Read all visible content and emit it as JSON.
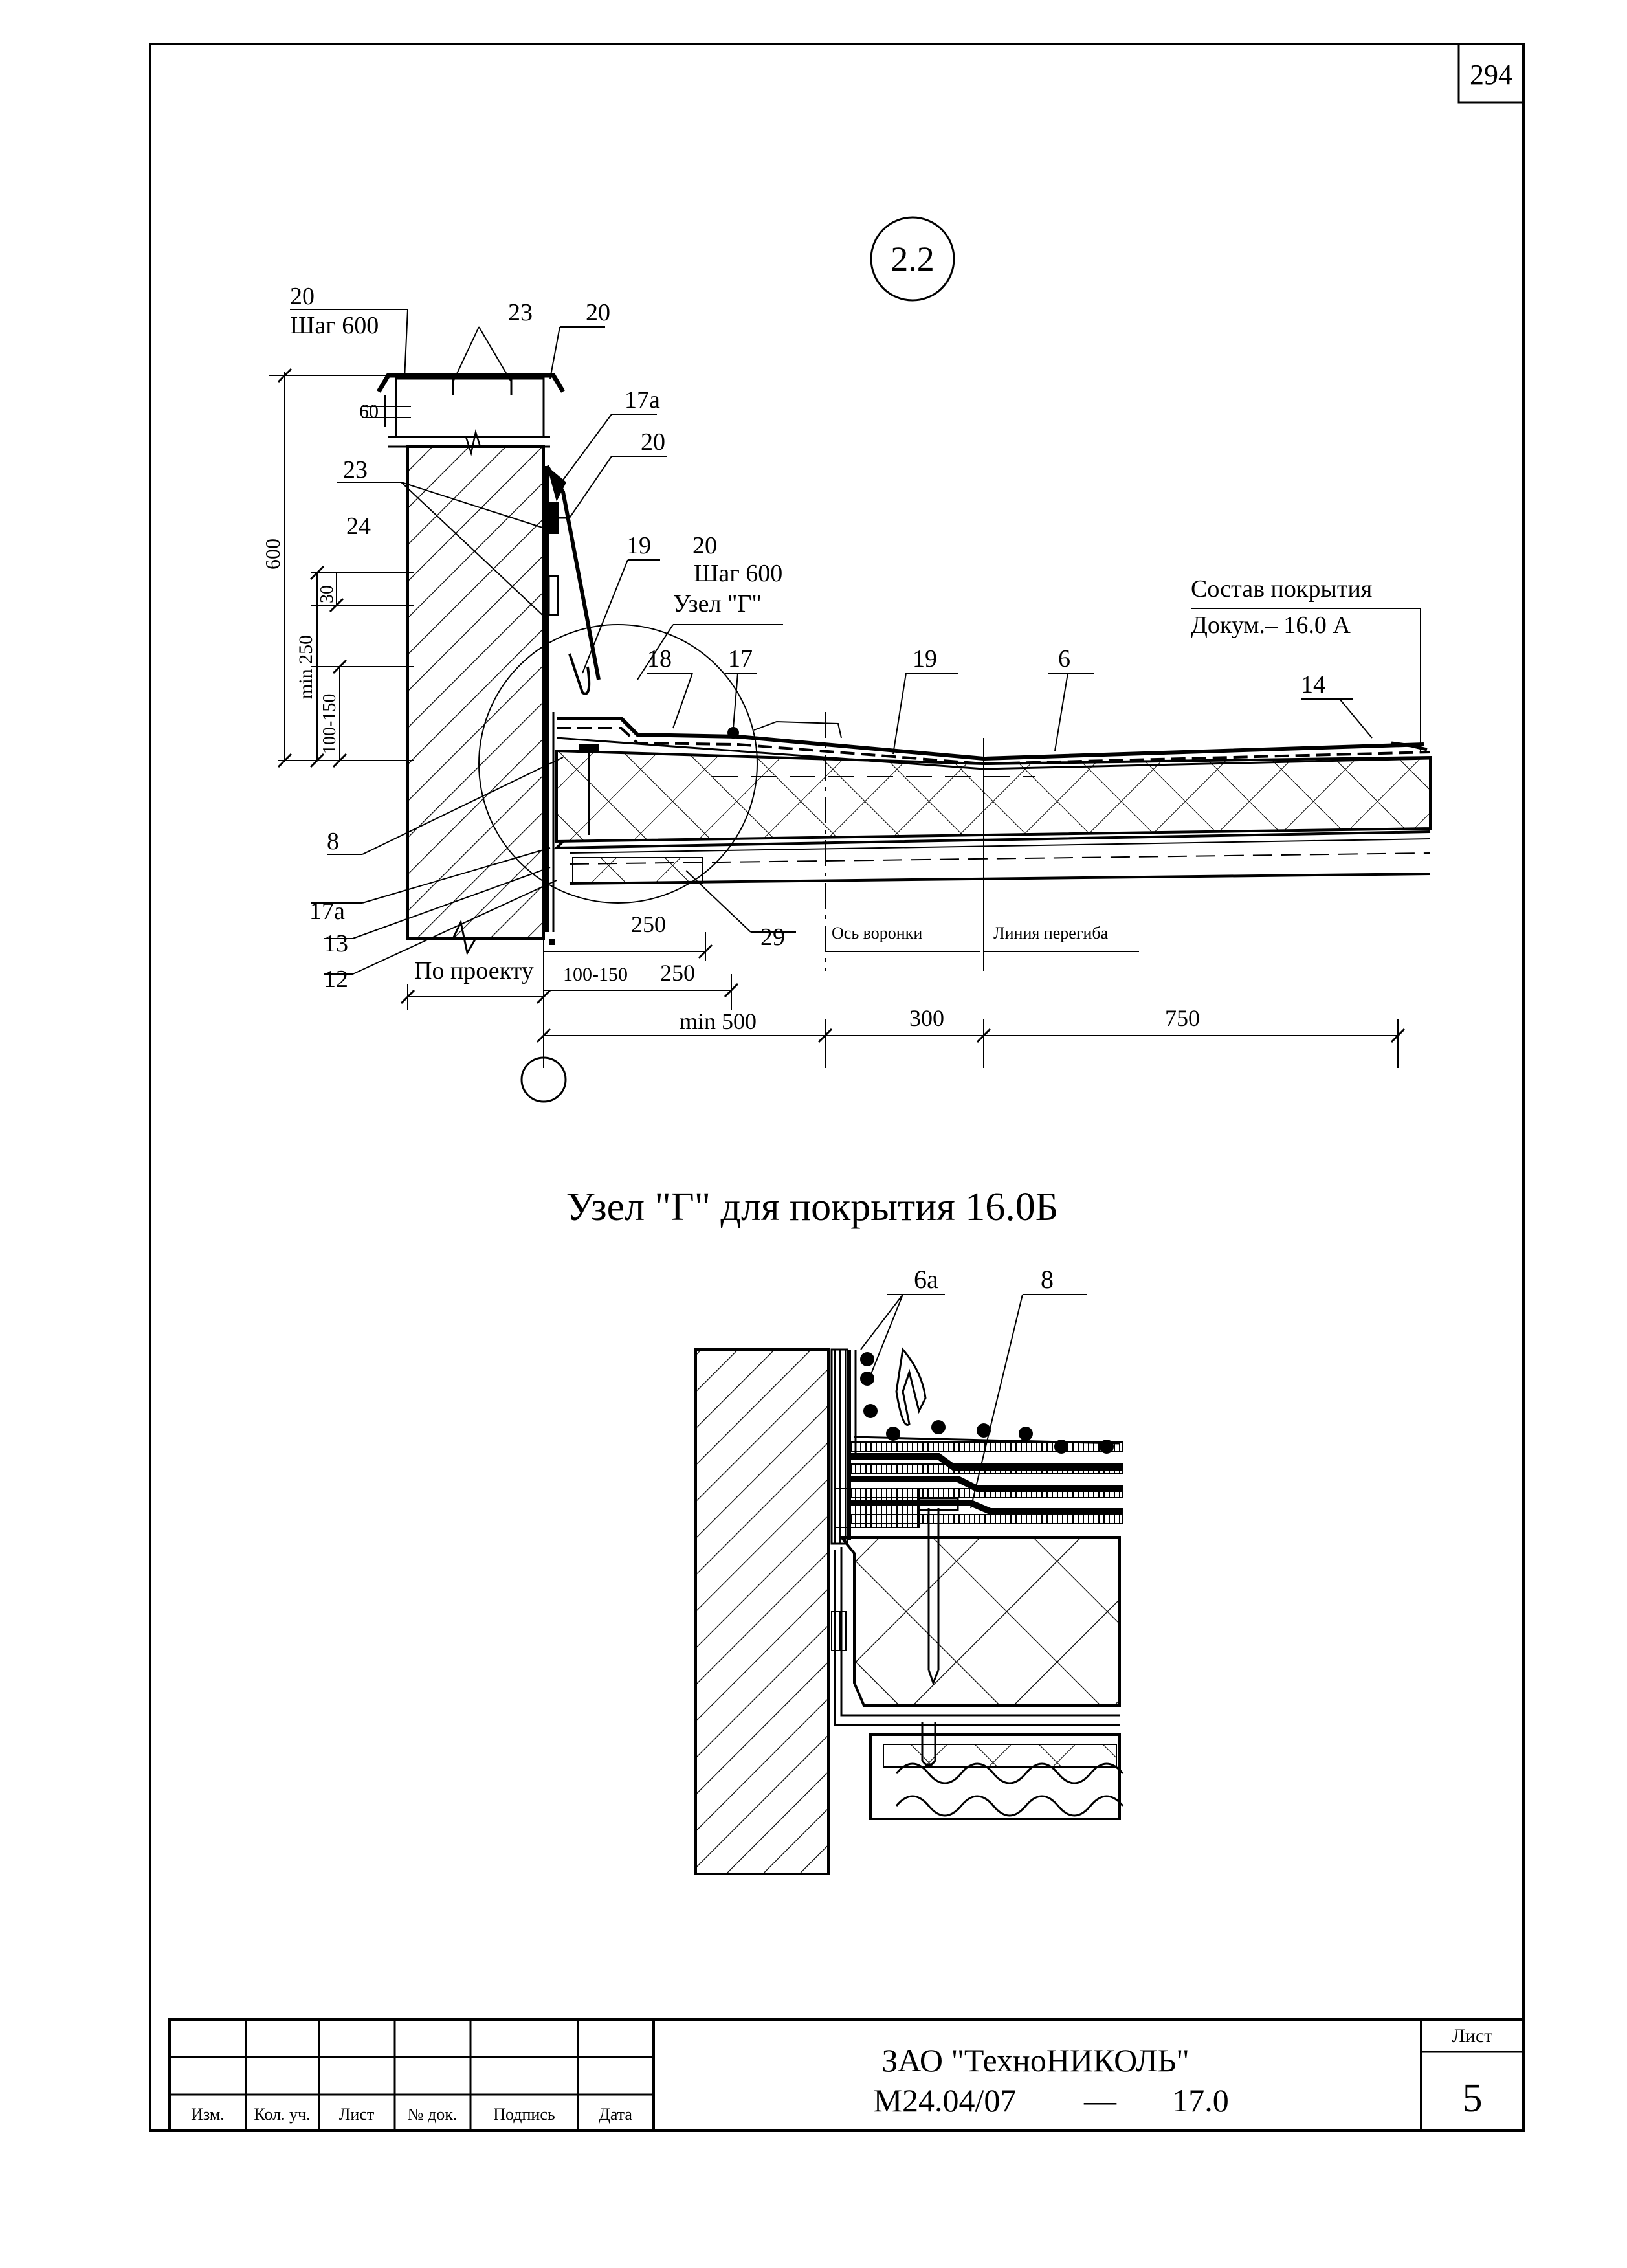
{
  "sheet": {
    "number": "294",
    "detail_marker": "2.2",
    "axis_marker": ""
  },
  "main_detail": {
    "labels": {
      "l20a": "20",
      "step1": "Шаг 600",
      "l23a": "23",
      "l20b": "20",
      "l17a_top": "17а",
      "l20c": "20",
      "l23b": "23",
      "l24": "24",
      "l19a": "19",
      "l20d": "20",
      "step2": "Шаг 600",
      "node_ref": "Узел \"Г\"",
      "l18": "18",
      "l17": "17",
      "l19b": "19",
      "l6": "6",
      "coating": "Состав покрытия",
      "doc": "Докум.– 16.0 А",
      "l14": "14",
      "l8": "8",
      "l17a_bot": "17а",
      "l13": "13",
      "l12": "12",
      "l29": "29",
      "funnel_axis": "Ось воронки",
      "bend_line": "Линия перегиба"
    },
    "dimensions": {
      "d600": "600",
      "d60": "60",
      "d30": "30",
      "dmin250": "min 250",
      "d100_150_v": "100-150",
      "d250a": "250",
      "per_project": "По проекту",
      "d100_150_h": "100-150",
      "d250b": "250",
      "dmin500": "min 500",
      "d300": "300",
      "d750": "750"
    }
  },
  "node_detail": {
    "title": "Узел \"Г\" для покрытия 16.0Б",
    "l6a": "6а",
    "l8": "8"
  },
  "title_block": {
    "company": "ЗАО \"ТехноНИКОЛЬ\"",
    "code": "М24.04/07",
    "dash": "—",
    "section": "17.0",
    "sheet_label": "Лист",
    "sheet_no": "5",
    "cols": [
      "Изм.",
      "Кол. уч.",
      "Лист",
      "№ док.",
      "Подпись",
      "Дата"
    ]
  }
}
